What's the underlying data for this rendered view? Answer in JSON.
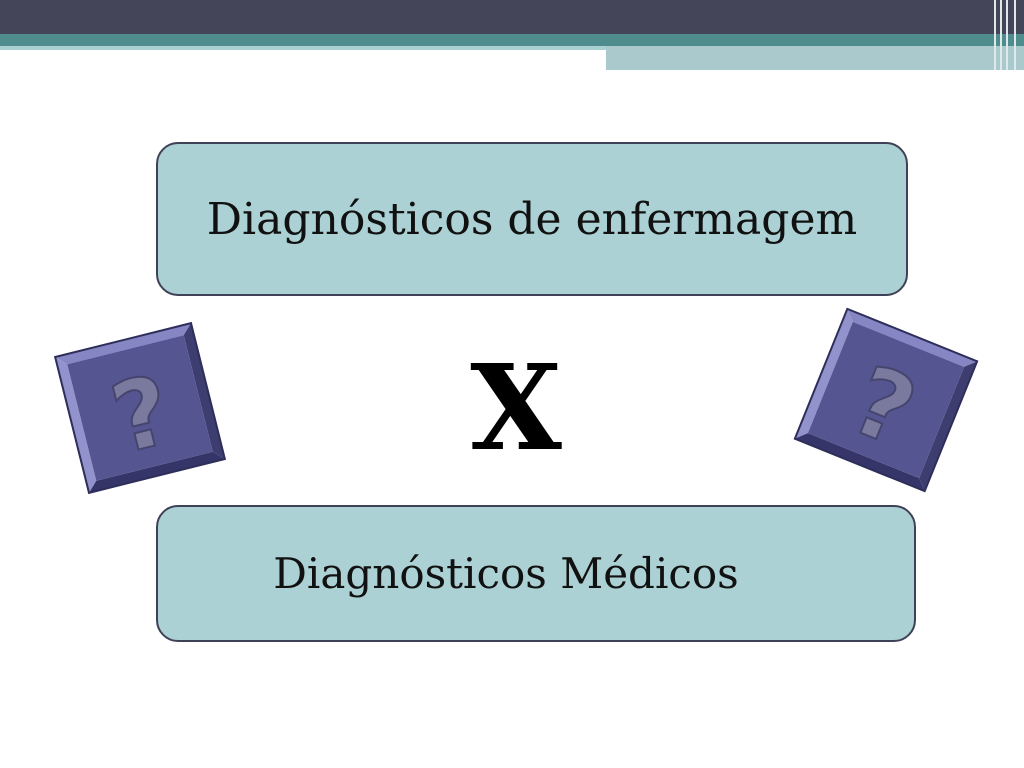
{
  "slide": {
    "top_box": {
      "label": "Diagnósticos de enfermagem"
    },
    "versus": {
      "label": "X"
    },
    "bottom_box": {
      "label": "Diagnósticos Médicos"
    },
    "question_tiles": [
      {
        "glyph": "?",
        "icon": "question-icon"
      },
      {
        "glyph": "?",
        "icon": "question-icon"
      }
    ]
  },
  "colors": {
    "header_dark": "#454559",
    "header_teal": "#4e8c8e",
    "box_fill": "#abd1d4",
    "box_border": "#3f4257",
    "tile_face": "#555592",
    "tile_bevel": "#7b7bb8",
    "question_mark": "#7a7a9e"
  }
}
